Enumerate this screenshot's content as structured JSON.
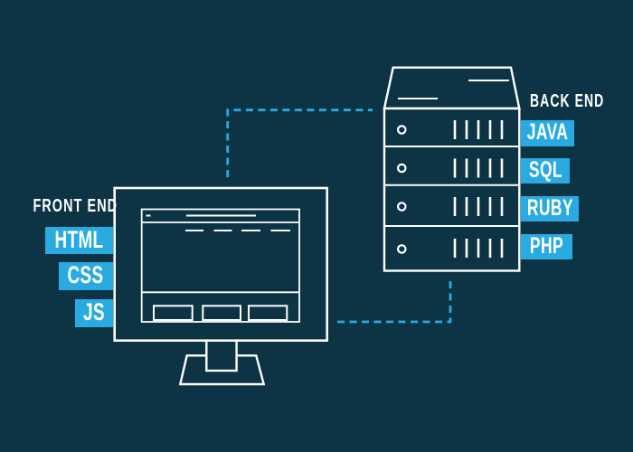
{
  "colors": {
    "bg": "#0C3444",
    "accent": "#29ABE2",
    "line": "#FFFFFF"
  },
  "front_end": {
    "label": "FRONT END",
    "badges": [
      {
        "label": "HTML"
      },
      {
        "label": "CSS"
      },
      {
        "label": "JS"
      }
    ]
  },
  "back_end": {
    "label": "BACK END",
    "badges": [
      {
        "label": "JAVA"
      },
      {
        "label": "SQL"
      },
      {
        "label": "RUBY"
      },
      {
        "label": "PHP"
      }
    ]
  },
  "icons": {
    "monitor": "desktop-monitor-line-icon",
    "server": "server-stack-line-icon",
    "connectors": "dashed-connector-lines"
  }
}
